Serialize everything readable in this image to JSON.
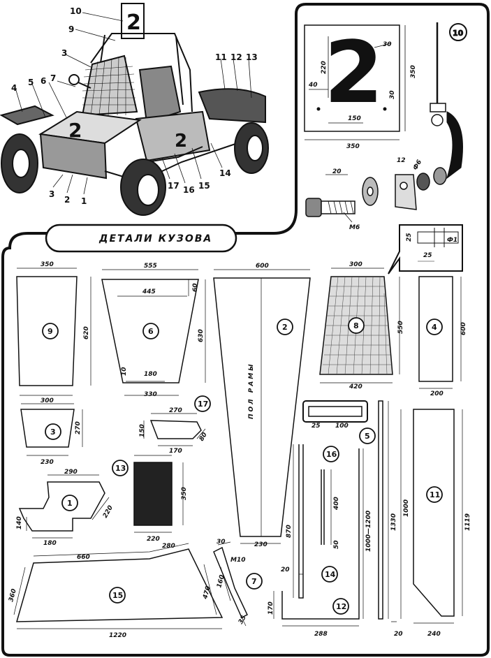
{
  "title": "ДЕТАЛИ КУЗОВА",
  "frame_floor_label": "ПОЛ РАМЫ",
  "plate_digit": "2",
  "bolt_thread": "М6",
  "pin_hole": "Ф1",
  "bracket_hole": "Ф6",
  "part7_thread": "М10",
  "callouts": {
    "buggy": [
      "10",
      "9",
      "3",
      "4",
      "5",
      "6",
      "7",
      "11",
      "12",
      "13",
      "3",
      "2",
      "1",
      "17",
      "16",
      "15",
      "14"
    ],
    "parts": [
      "10",
      "9",
      "6",
      "2",
      "8",
      "4",
      "3",
      "17",
      "5",
      "16",
      "13",
      "1",
      "11",
      "14",
      "15",
      "7",
      "12"
    ]
  },
  "dims": {
    "plate_height": "220",
    "plate_30a": "30",
    "plate_40": "40",
    "plate_30b": "30",
    "plate_350h": "350",
    "plate_150": "150",
    "plate_350w": "350",
    "bolt_20": "20",
    "bracket_12": "12",
    "pin_25a": "25",
    "pin_25b": "25",
    "p9_top": "350",
    "p9_h": "620",
    "p9_bot": "300",
    "p6_top": "555",
    "p6_60": "60",
    "p6_445": "445",
    "p6_h": "630",
    "p6_10": "10",
    "p6_180": "180",
    "p6_bot": "330",
    "p2_top": "600",
    "p2_bot": "230",
    "p8_top": "300",
    "p8_h": "550",
    "p8_bot": "420",
    "p4_h": "600",
    "p4_w": "200",
    "p3_h": "270",
    "p3_bot": "230",
    "p17_top": "270",
    "p17_left": "150",
    "p17_bot": "170",
    "p17_right": "80",
    "p5_25": "25",
    "p5_100": "100",
    "p13_h": "350",
    "p13_w": "220",
    "p1_top": "290",
    "p1_right": "220",
    "p1_left": "140",
    "p1_bot": "180",
    "p16_400": "400",
    "p16_50": "50",
    "p14_870": "870",
    "p14_20": "20",
    "p12_range": "1000—1200",
    "p12_170": "170",
    "p12_288": "288",
    "rail_1330": "1330",
    "rail_20": "20",
    "p11_1000": "1000",
    "p11_1119": "1119",
    "p11_240": "240",
    "p15_660": "660",
    "p15_280": "280",
    "p15_360": "360",
    "p15_470": "470",
    "p15_1220": "1220",
    "p7_30": "30",
    "p7_160": "160",
    "p7_35": "35"
  }
}
